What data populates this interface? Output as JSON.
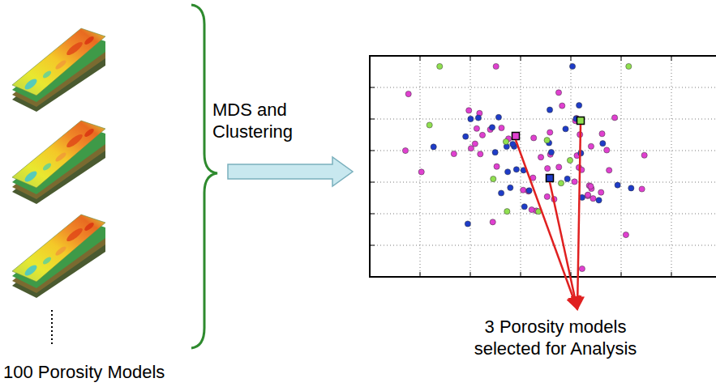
{
  "diagram": {
    "labels": [
      "MDS and Clustering",
      "100 Porosity Models",
      "3 Porosity models selected for Analysis"
    ]
  }
}
